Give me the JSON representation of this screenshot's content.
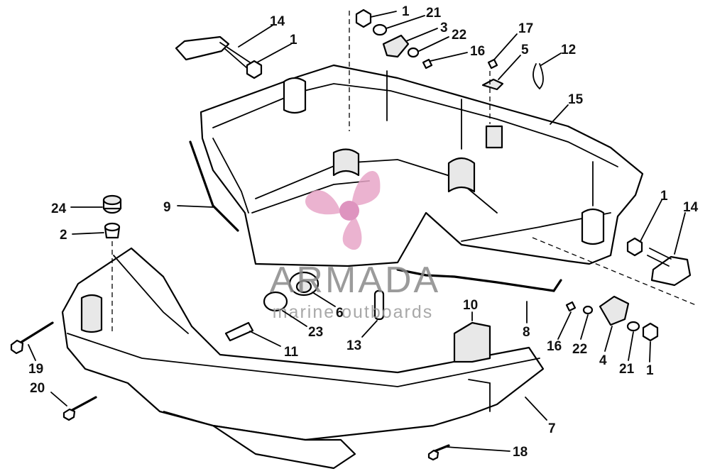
{
  "diagram": {
    "callouts": [
      {
        "id": "c1a",
        "label": "1"
      },
      {
        "id": "c21a",
        "label": "21"
      },
      {
        "id": "c3",
        "label": "3"
      },
      {
        "id": "c22a",
        "label": "22"
      },
      {
        "id": "c16a",
        "label": "16"
      },
      {
        "id": "c17",
        "label": "17"
      },
      {
        "id": "c5",
        "label": "5"
      },
      {
        "id": "c12",
        "label": "12"
      },
      {
        "id": "c14a",
        "label": "14"
      },
      {
        "id": "c1b",
        "label": "1"
      },
      {
        "id": "c15",
        "label": "15"
      },
      {
        "id": "c1c",
        "label": "1"
      },
      {
        "id": "c14b",
        "label": "14"
      },
      {
        "id": "c24",
        "label": "24"
      },
      {
        "id": "c9",
        "label": "9"
      },
      {
        "id": "c2",
        "label": "2"
      },
      {
        "id": "c6",
        "label": "6"
      },
      {
        "id": "c23",
        "label": "23"
      },
      {
        "id": "c11",
        "label": "11"
      },
      {
        "id": "c13",
        "label": "13"
      },
      {
        "id": "c10",
        "label": "10"
      },
      {
        "id": "c8",
        "label": "8"
      },
      {
        "id": "c16b",
        "label": "16"
      },
      {
        "id": "c22b",
        "label": "22"
      },
      {
        "id": "c4",
        "label": "4"
      },
      {
        "id": "c21b",
        "label": "21"
      },
      {
        "id": "c1d",
        "label": "1"
      },
      {
        "id": "c19",
        "label": "19"
      },
      {
        "id": "c20",
        "label": "20"
      },
      {
        "id": "c7",
        "label": "7"
      },
      {
        "id": "c18",
        "label": "18"
      }
    ]
  },
  "watermark": {
    "title": "ARMADA",
    "subtitle": "marine outboards",
    "logo_color": "#e8a6c8",
    "text_color": "#8a8a8a"
  }
}
